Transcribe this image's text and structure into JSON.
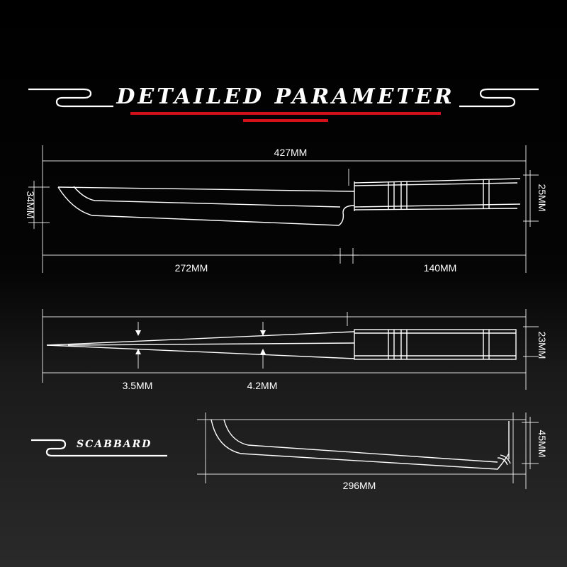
{
  "header": {
    "title": "DETAILED PARAMETER",
    "accent_color": "#d4111a"
  },
  "knife_side": {
    "total_length": "427MM",
    "blade_length": "272MM",
    "handle_length": "140MM",
    "blade_height": "34MM",
    "handle_height": "25MM"
  },
  "knife_top": {
    "spine_thickness_a": "3.5MM",
    "spine_thickness_b": "4.2MM",
    "handle_thickness": "23MM"
  },
  "scabbard": {
    "label": "SCABBARD",
    "length": "296MM",
    "height": "45MM"
  }
}
